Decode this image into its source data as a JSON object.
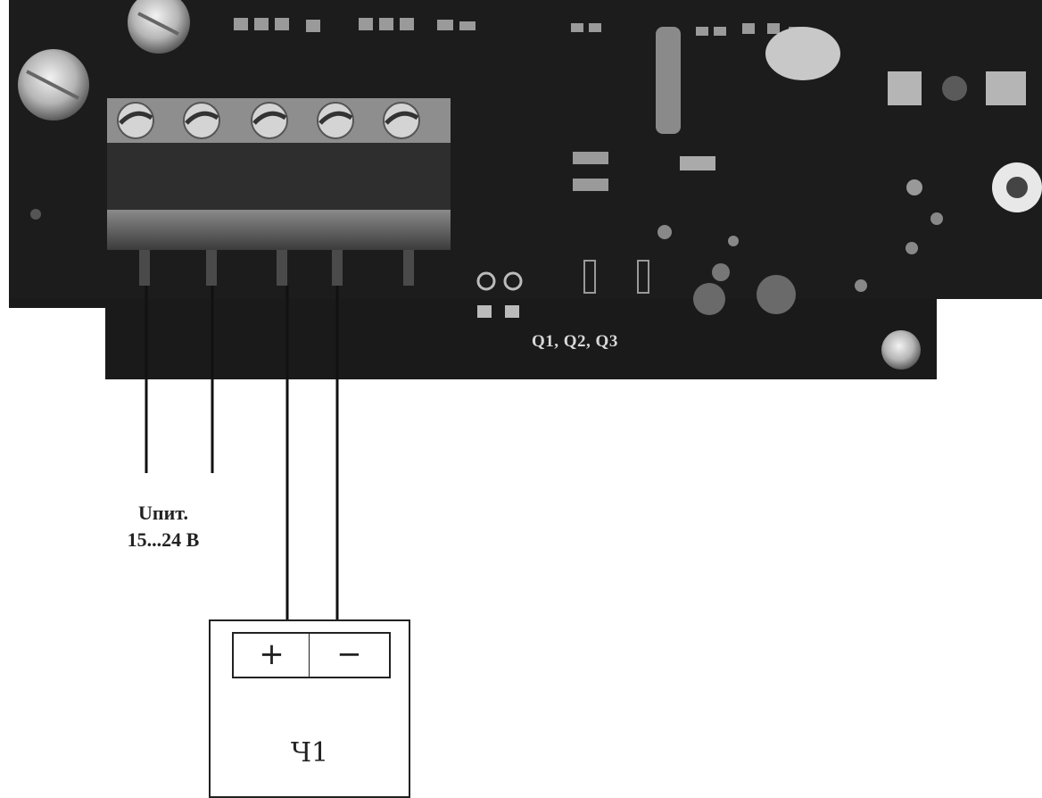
{
  "board": {
    "marking": "Q1, Q2, Q3",
    "color": "#1a1a1a"
  },
  "power_supply": {
    "line1": "Uпит.",
    "line2": "15...24 В"
  },
  "meter": {
    "plus_label": "+",
    "minus_label": "−",
    "name": "Ч1"
  },
  "wire_color": "#111111"
}
